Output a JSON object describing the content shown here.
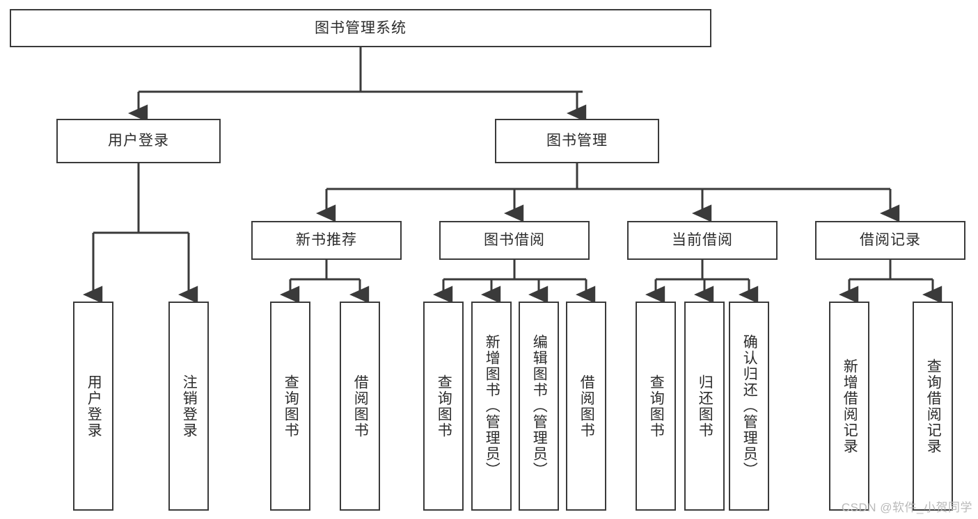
{
  "diagram": {
    "type": "tree-hierarchy",
    "title": "图书管理系统",
    "watermark": "CSDN @软件_小贺同学",
    "colors": {
      "stroke": "#3a3a3a",
      "fill": "#ffffff",
      "text": "#2b2b2b",
      "watermark": "#b9b9b9"
    },
    "root": {
      "label": "图书管理系统",
      "orientation": "horizontal"
    },
    "level2": [
      {
        "label": "用户登录",
        "orientation": "horizontal"
      },
      {
        "label": "图书管理",
        "orientation": "horizontal"
      }
    ],
    "level3": [
      {
        "label": "新书推荐",
        "orientation": "horizontal"
      },
      {
        "label": "图书借阅",
        "orientation": "horizontal"
      },
      {
        "label": "当前借阅",
        "orientation": "horizontal"
      },
      {
        "label": "借阅记录",
        "orientation": "horizontal"
      }
    ],
    "leaves": {
      "user_login": [
        {
          "label": "用户登录",
          "orientation": "vertical"
        },
        {
          "label": "注销登录",
          "orientation": "vertical"
        }
      ],
      "new_book_recommend": [
        {
          "label": "查询图书",
          "orientation": "vertical"
        },
        {
          "label": "借阅图书",
          "orientation": "vertical"
        }
      ],
      "book_borrow": [
        {
          "label": "查询图书",
          "orientation": "vertical"
        },
        {
          "label": "新增图书（管理员）",
          "orientation": "vertical"
        },
        {
          "label": "编辑图书（管理员）",
          "orientation": "vertical"
        },
        {
          "label": "借阅图书",
          "orientation": "vertical"
        }
      ],
      "current_borrow": [
        {
          "label": "查询图书",
          "orientation": "vertical"
        },
        {
          "label": "归还图书",
          "orientation": "vertical"
        },
        {
          "label": "确认归还（管理员）",
          "orientation": "vertical"
        }
      ],
      "borrow_record": [
        {
          "label": "新增借阅记录",
          "orientation": "vertical"
        },
        {
          "label": "查询借阅记录",
          "orientation": "vertical"
        }
      ]
    }
  }
}
